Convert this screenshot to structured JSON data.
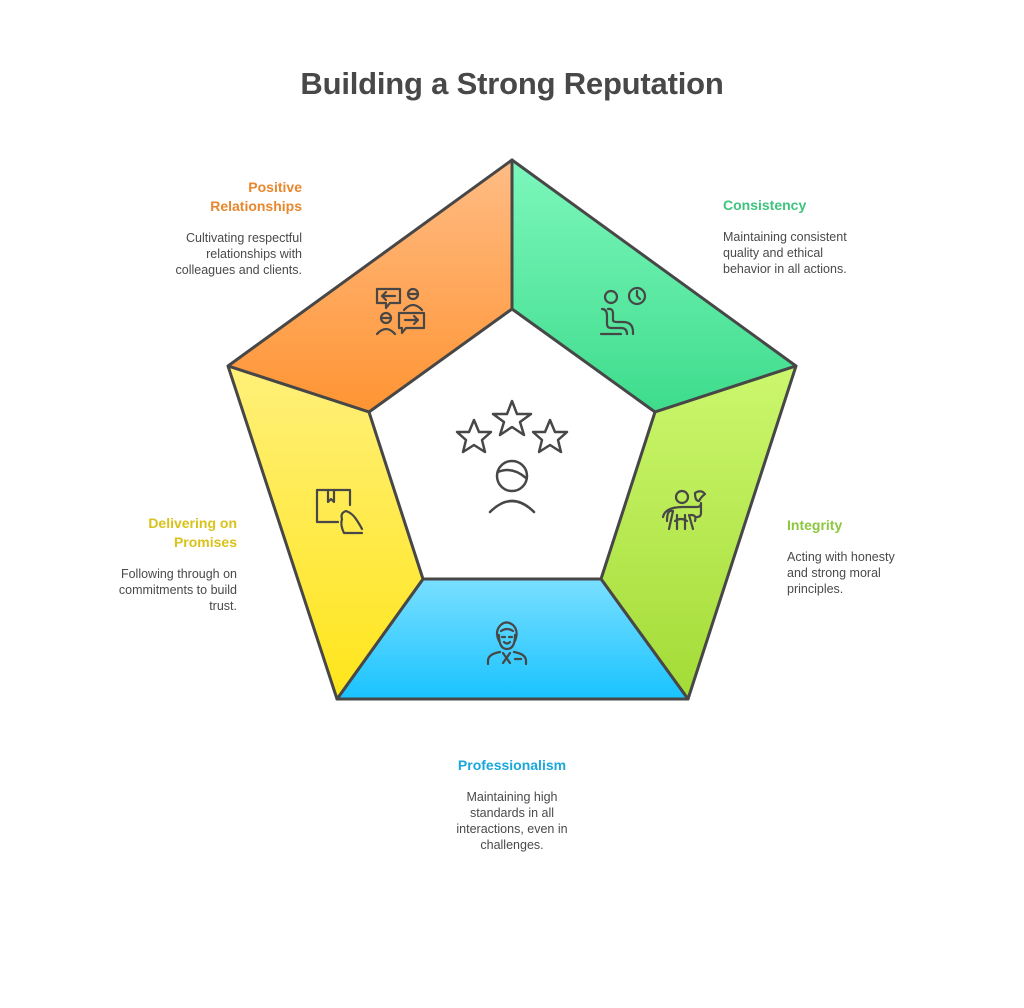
{
  "title": "Building a Strong Reputation",
  "center": {
    "icon": "star-rating-person-icon"
  },
  "segments": [
    {
      "id": "positive-relationships",
      "title_lines": [
        "Positive",
        "Relationships"
      ],
      "description_lines": [
        "Cultivating respectful",
        "relationships with",
        "colleagues and clients."
      ],
      "color": "#E8872E",
      "fill_top": "#FFBC85",
      "fill_bottom": "#FF9433",
      "icon": "conversation-people-icon"
    },
    {
      "id": "consistency",
      "title_lines": [
        "Consistency"
      ],
      "description_lines": [
        "Maintaining consistent",
        "quality and ethical",
        "behavior in all actions."
      ],
      "color": "#3DC47E",
      "fill_top": "#7DF7BC",
      "fill_bottom": "#3EDC8C",
      "icon": "seated-person-clock-icon"
    },
    {
      "id": "integrity",
      "title_lines": [
        "Integrity"
      ],
      "description_lines": [
        "Acting with honesty",
        "and strong moral",
        "principles."
      ],
      "color": "#8DC63F",
      "fill_top": "#CCF76E",
      "fill_bottom": "#A3DB36",
      "icon": "person-helping-icon"
    },
    {
      "id": "professionalism",
      "title_lines": [
        "Professionalism"
      ],
      "description_lines": [
        "Maintaining high",
        "standards in all",
        "interactions, even in",
        "challenges."
      ],
      "color": "#1AA7DB",
      "fill_top": "#7ADFFF",
      "fill_bottom": "#19C3FF",
      "icon": "businessman-icon"
    },
    {
      "id": "delivering-on-promises",
      "title_lines": [
        "Delivering on",
        "Promises"
      ],
      "description_lines": [
        "Following through on",
        "commitments to build",
        "trust."
      ],
      "color": "#D9C21A",
      "fill_top": "#FFF07A",
      "fill_bottom": "#FFE51A",
      "icon": "package-hand-icon"
    }
  ],
  "stroke_color": "#474747"
}
